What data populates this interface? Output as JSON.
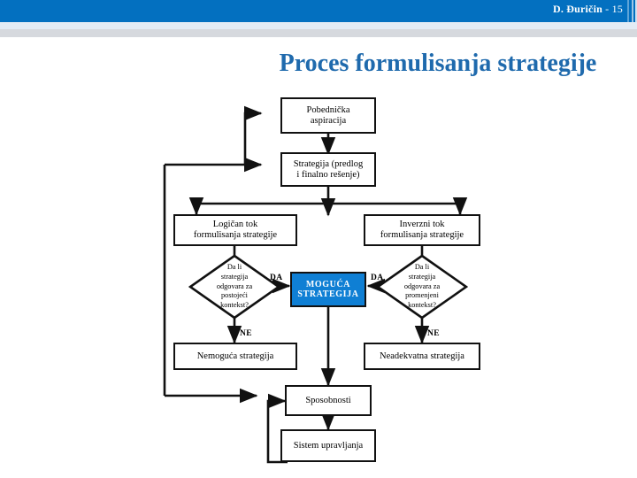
{
  "header": {
    "author": "D. Đuričin",
    "separator": " - ",
    "page": "15"
  },
  "title": "Proces formulisanja strategije",
  "colors": {
    "header_blue": "#0370c0",
    "title_blue": "#1f6aad",
    "accent_box_blue": "#0f7fd4",
    "line_black": "#111111"
  },
  "diagram": {
    "type": "flowchart",
    "nodes": [
      {
        "id": "aspiracija",
        "shape": "rect",
        "label": "Pobednička\naspiracija"
      },
      {
        "id": "strategija",
        "shape": "rect",
        "label": "Strategija (predlog\ni finalno rešenje)"
      },
      {
        "id": "logican",
        "shape": "rect",
        "label": "Logičan tok\nformulisanja strategije"
      },
      {
        "id": "inverzni",
        "shape": "rect",
        "label": "Inverzni tok\nformulisanja strategije"
      },
      {
        "id": "d-postojeci",
        "shape": "diamond",
        "label": "Da li\nstrategija\nodgovara za\npostojeći\nkontekst?"
      },
      {
        "id": "d-promenjeni",
        "shape": "diamond",
        "label": "Da li\nstrategija\nodgovara za\npromenjeni\nkontekst?"
      },
      {
        "id": "moguca",
        "shape": "rect-accent",
        "label": "MOGUĆA\nSTRATEGIJA"
      },
      {
        "id": "nemoguca",
        "shape": "rect",
        "label": "Nemoguća strategija"
      },
      {
        "id": "neadekvatna",
        "shape": "rect",
        "label": "Neadekvatna strategija"
      },
      {
        "id": "sposobnosti",
        "shape": "rect",
        "label": "Sposobnosti"
      },
      {
        "id": "sistem",
        "shape": "rect",
        "label": "Sistem upravljanja"
      }
    ],
    "edge_labels": [
      {
        "id": "da-left",
        "text": "DA"
      },
      {
        "id": "da-right",
        "text": "DA"
      },
      {
        "id": "ne-left",
        "text": "NE"
      },
      {
        "id": "ne-right",
        "text": "NE"
      }
    ],
    "lines": {
      "aspiracija_l1": "Pobednička aspiracija",
      "aspiracija_l2": "aspiracija",
      "strategija_l1": "Strategija (predlog",
      "strategija_l2": "i finalno rešenje)",
      "logican_l1": "Logičan tok",
      "logican_l2": "formulisanja strategije",
      "inverzni_l1": "Inverzni tok",
      "inverzni_l2": "formulisanja strategije",
      "dpost_l1": "Da li",
      "dpost_l2": "strategija",
      "dpost_l3": "odgovara za",
      "dpost_l4": "postojeći",
      "dpost_l5": "kontekst?",
      "dprom_l1": "Da li",
      "dprom_l2": "strategija",
      "dprom_l3": "odgovara za",
      "dprom_l4": "promenjeni",
      "dprom_l5": "kontekst?",
      "moguca_l1": "MOGUĆA",
      "moguca_l2": "STRATEGIJA",
      "nemoguca": "Nemoguća strategija",
      "neadekvatna": "Neadekvatna strategija",
      "sposobnosti": "Sposobnosti",
      "sistem": "Sistem upravljanja",
      "pobednicka_l1": "Pobednička"
    }
  }
}
